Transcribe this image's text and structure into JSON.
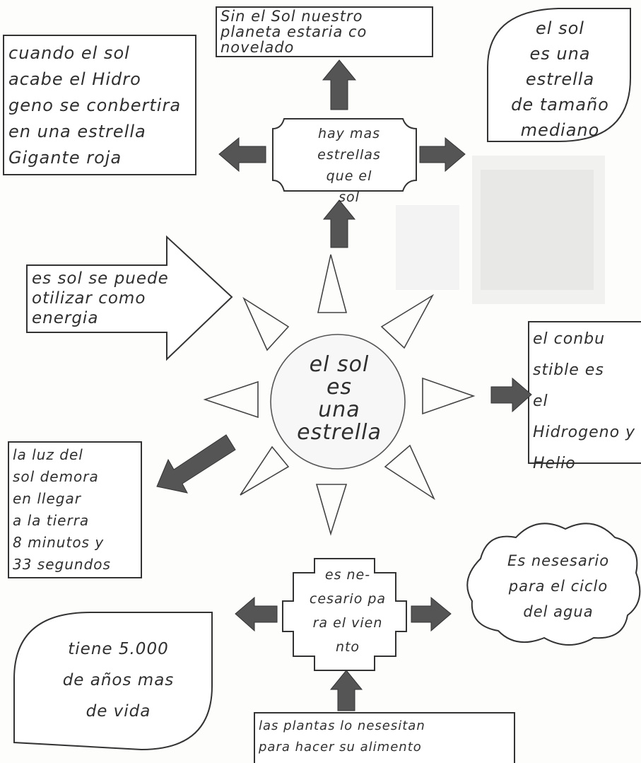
{
  "center": {
    "text": "el sol\nes\nuna\nestrella"
  },
  "top_box": {
    "text": "Sin el Sol nuestro\nplaneta estaria co\nnovelado"
  },
  "top_mid": {
    "text": "hay mas estrellas\nque el\nsol"
  },
  "top_left": {
    "text": "cuando el sol\nacabe el Hidro\ngeno se conbertira\nen una estrella\nGigante roja"
  },
  "top_right": {
    "text": "el sol\nes una\nestrella\nde tamaño\nmediano"
  },
  "left_arrow": {
    "text": "es sol se puede\notilizar como\nenergia"
  },
  "right_box": {
    "text": "el conbu\nstible es\nel Hidrogeno y\nHelio"
  },
  "bottom_left_box": {
    "text": "la luz del\nsol demora\nen llegar\na la tierra\n8 minutos y\n33 segundos"
  },
  "bottom_mid": {
    "text": "es ne-\ncesario pa\nra el vien\nnto"
  },
  "bottom_right_cloud": {
    "text": "Es nesesario\npara el ciclo\ndel agua"
  },
  "bottom_left_oval": {
    "text": "tiene 5.000\nde años mas\nde vida"
  },
  "bottom_box": {
    "text": "las plantas lo nesesitan\npara hacer su alimento"
  }
}
